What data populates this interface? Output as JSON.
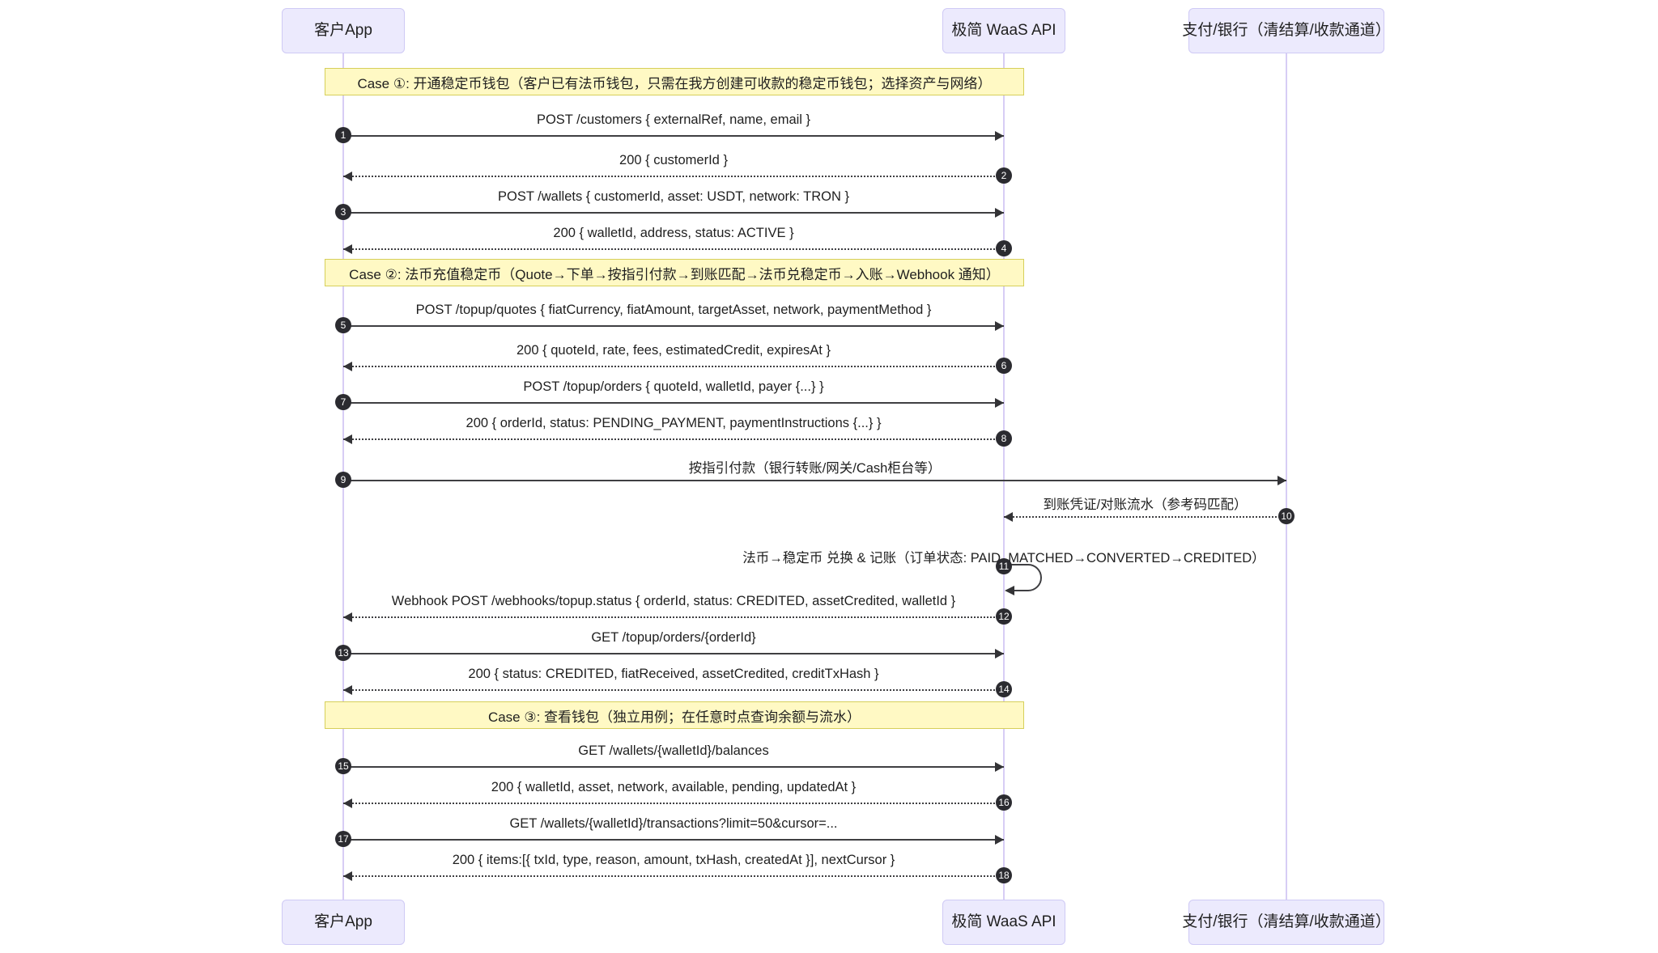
{
  "diagram": {
    "type": "sequence-diagram",
    "colors": {
      "participant_fill": "#ECEAFD",
      "participant_border": "#CFCAF5",
      "lifeline": "#D7CDF5",
      "note_fill": "#FFF9C4",
      "note_border": "#D6CF5A",
      "message_line": "#3f3f42",
      "seq_badge": "#2b2b30",
      "background": "#FFFFFF"
    },
    "participants": [
      {
        "id": "app",
        "label": "客户App"
      },
      {
        "id": "waas",
        "label": "极简 WaaS API"
      },
      {
        "id": "bank",
        "label": "支付/银行（清结算/收款通道）"
      }
    ],
    "notes": [
      {
        "id": "case1",
        "label": "Case ①: 开通稳定币钱包（客户已有法币钱包，只需在我方创建可收款的稳定币钱包；选择资产与网络）"
      },
      {
        "id": "case2",
        "label": "Case ②: 法币充值稳定币（Quote→下单→按指引付款→到账匹配→法币兑稳定币→入账→Webhook 通知）"
      },
      {
        "id": "case3",
        "label": "Case ③: 查看钱包（独立用例；在任意时点查询余额与流水）"
      }
    ],
    "messages": [
      {
        "n": "1",
        "from": "app",
        "to": "waas",
        "style": "solid",
        "dir": "right",
        "label": "POST /customers { externalRef, name, email }"
      },
      {
        "n": "2",
        "from": "waas",
        "to": "app",
        "style": "dotted",
        "dir": "left",
        "label": "200 { customerId }"
      },
      {
        "n": "3",
        "from": "app",
        "to": "waas",
        "style": "solid",
        "dir": "right",
        "label": "POST /wallets { customerId, asset: USDT, network: TRON }"
      },
      {
        "n": "4",
        "from": "waas",
        "to": "app",
        "style": "dotted",
        "dir": "left",
        "label": "200 { walletId, address, status: ACTIVE }"
      },
      {
        "n": "5",
        "from": "app",
        "to": "waas",
        "style": "solid",
        "dir": "right",
        "label": "POST /topup/quotes { fiatCurrency, fiatAmount, targetAsset, network, paymentMethod }"
      },
      {
        "n": "6",
        "from": "waas",
        "to": "app",
        "style": "dotted",
        "dir": "left",
        "label": "200 { quoteId, rate, fees, estimatedCredit, expiresAt }"
      },
      {
        "n": "7",
        "from": "app",
        "to": "waas",
        "style": "solid",
        "dir": "right",
        "label": "POST /topup/orders { quoteId, walletId, payer {...} }"
      },
      {
        "n": "8",
        "from": "waas",
        "to": "app",
        "style": "dotted",
        "dir": "left",
        "label": "200 { orderId, status: PENDING_PAYMENT, paymentInstructions {...} }"
      },
      {
        "n": "9",
        "from": "app",
        "to": "bank",
        "style": "solid",
        "dir": "right",
        "label": "按指引付款（银行转账/网关/Cash柜台等）"
      },
      {
        "n": "10",
        "from": "bank",
        "to": "waas",
        "style": "dotted",
        "dir": "left",
        "label": "到账凭证/对账流水（参考码匹配）"
      },
      {
        "n": "11",
        "from": "waas",
        "to": "waas",
        "style": "solid",
        "dir": "self",
        "label": "法币→稳定币 兑换 & 记账（订单状态: PAID_MATCHED→CONVERTED→CREDITED）"
      },
      {
        "n": "12",
        "from": "waas",
        "to": "app",
        "style": "dotted",
        "dir": "left",
        "label": "Webhook POST /webhooks/topup.status { orderId, status: CREDITED, assetCredited, walletId }"
      },
      {
        "n": "13",
        "from": "app",
        "to": "waas",
        "style": "solid",
        "dir": "right",
        "label": "GET /topup/orders/{orderId}"
      },
      {
        "n": "14",
        "from": "waas",
        "to": "app",
        "style": "dotted",
        "dir": "left",
        "label": "200 { status: CREDITED, fiatReceived, assetCredited, creditTxHash }"
      },
      {
        "n": "15",
        "from": "app",
        "to": "waas",
        "style": "solid",
        "dir": "right",
        "label": "GET /wallets/{walletId}/balances"
      },
      {
        "n": "16",
        "from": "waas",
        "to": "app",
        "style": "dotted",
        "dir": "left",
        "label": "200 { walletId, asset, network, available, pending, updatedAt }"
      },
      {
        "n": "17",
        "from": "app",
        "to": "waas",
        "style": "solid",
        "dir": "right",
        "label": "GET /wallets/{walletId}/transactions?limit=50&cursor=..."
      },
      {
        "n": "18",
        "from": "waas",
        "to": "app",
        "style": "dotted",
        "dir": "left",
        "label": "200 { items:[{ txId, type, reason, amount, txHash, createdAt }], nextCursor }"
      }
    ]
  }
}
